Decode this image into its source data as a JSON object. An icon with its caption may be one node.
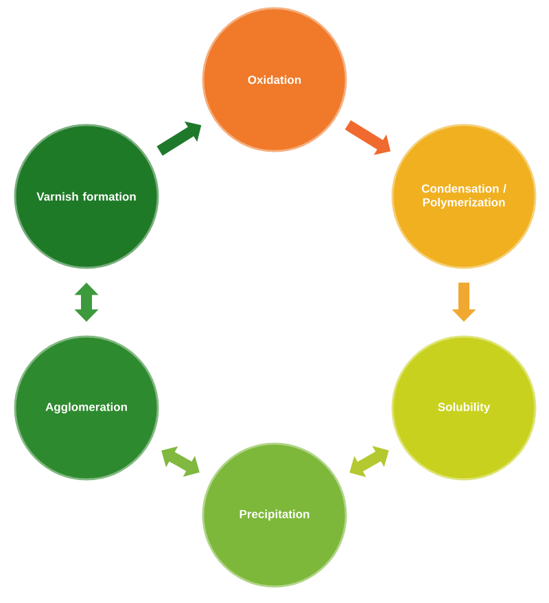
{
  "diagram": {
    "nodes": [
      {
        "text": [
          "Oxidation"
        ]
      },
      {
        "text": [
          "Condensation / Polymerization"
        ]
      },
      {
        "text": [
          "Solubility"
        ]
      },
      {
        "text": [
          "Precipitation"
        ]
      },
      {
        "text": [
          "Agglomeration"
        ]
      },
      {
        "text": [
          "Varnish formation"
        ]
      }
    ],
    "edges": [
      {
        "from": 0,
        "to": 1,
        "arrow": "to",
        "color": "#f06a30"
      },
      {
        "from": 1,
        "to": 2,
        "arrow": "to",
        "color": "#f0a830"
      },
      {
        "from": 2,
        "to": 3,
        "arrow": "both",
        "color": "#b4c830"
      },
      {
        "from": 3,
        "to": 4,
        "arrow": "both",
        "color": "#80b840"
      },
      {
        "from": 4,
        "to": 5,
        "arrow": "both",
        "color": "#3c9a3c"
      },
      {
        "from": 5,
        "to": 0,
        "arrow": "to",
        "color": "#1e7a2a"
      }
    ]
  }
}
